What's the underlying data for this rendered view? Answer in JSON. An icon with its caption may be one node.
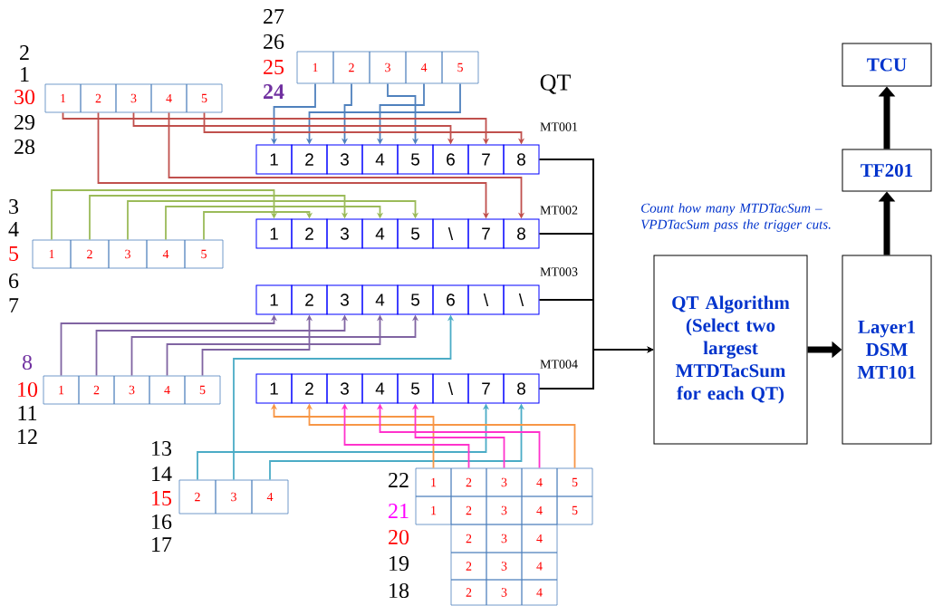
{
  "diagram": {
    "nodes": [
      {
        "text": [
          "1"
        ]
      },
      {
        "text": [
          "2"
        ]
      },
      {
        "text": [
          "3"
        ]
      },
      {
        "text": [
          "4"
        ]
      },
      {
        "text": [
          "5"
        ]
      },
      {
        "text": [
          "1"
        ]
      },
      {
        "text": [
          "2"
        ]
      },
      {
        "text": [
          "3"
        ]
      },
      {
        "text": [
          "4"
        ]
      },
      {
        "text": [
          "5"
        ]
      },
      {
        "text": [
          "1"
        ]
      },
      {
        "text": [
          "2"
        ]
      },
      {
        "text": [
          "3"
        ]
      },
      {
        "text": [
          "4"
        ]
      },
      {
        "text": [
          "5"
        ]
      },
      {
        "text": [
          "6"
        ]
      },
      {
        "text": [
          "7"
        ]
      },
      {
        "text": [
          "8"
        ]
      },
      {
        "text": [
          "1"
        ]
      },
      {
        "text": [
          "2"
        ]
      },
      {
        "text": [
          "3"
        ]
      },
      {
        "text": [
          "4"
        ]
      },
      {
        "text": [
          "5"
        ]
      },
      {
        "text": [
          "\\"
        ]
      },
      {
        "text": [
          "7"
        ]
      },
      {
        "text": [
          "8"
        ]
      },
      {
        "text": [
          "1"
        ]
      },
      {
        "text": [
          "2"
        ]
      },
      {
        "text": [
          "3"
        ]
      },
      {
        "text": [
          "4"
        ]
      },
      {
        "text": [
          "5"
        ]
      },
      {
        "text": [
          "1"
        ]
      },
      {
        "text": [
          "2"
        ]
      },
      {
        "text": [
          "3"
        ]
      },
      {
        "text": [
          "4"
        ]
      },
      {
        "text": [
          "5"
        ]
      },
      {
        "text": [
          "6"
        ]
      },
      {
        "text": [
          "\\"
        ]
      },
      {
        "text": [
          "\\"
        ]
      },
      {
        "text": [
          "1"
        ]
      },
      {
        "text": [
          "2"
        ]
      },
      {
        "text": [
          "3"
        ]
      },
      {
        "text": [
          "4"
        ]
      },
      {
        "text": [
          "5"
        ]
      },
      {
        "text": [
          "1"
        ]
      },
      {
        "text": [
          "2"
        ]
      },
      {
        "text": [
          "3"
        ]
      },
      {
        "text": [
          "4"
        ]
      },
      {
        "text": [
          "5"
        ]
      },
      {
        "text": [
          "\\"
        ]
      },
      {
        "text": [
          "7"
        ]
      },
      {
        "text": [
          "8"
        ]
      },
      {
        "text": [
          "2"
        ]
      },
      {
        "text": [
          "3"
        ]
      },
      {
        "text": [
          "4"
        ]
      },
      {
        "text": [
          "1"
        ]
      },
      {
        "text": [
          "2"
        ]
      },
      {
        "text": [
          "3"
        ]
      },
      {
        "text": [
          "4"
        ]
      },
      {
        "text": [
          "5"
        ]
      },
      {
        "text": [
          "1"
        ]
      },
      {
        "text": [
          "2"
        ]
      },
      {
        "text": [
          "3"
        ]
      },
      {
        "text": [
          "4"
        ]
      },
      {
        "text": [
          "5"
        ]
      },
      {
        "text": [
          "2"
        ]
      },
      {
        "text": [
          "3"
        ]
      },
      {
        "text": [
          "4"
        ]
      },
      {
        "text": [
          "2"
        ]
      },
      {
        "text": [
          "3"
        ]
      },
      {
        "text": [
          "4"
        ]
      },
      {
        "text": [
          "2"
        ]
      },
      {
        "text": [
          "3"
        ]
      },
      {
        "text": [
          "4"
        ]
      },
      {
        "text": [
          "TCU"
        ]
      },
      {
        "text": [
          "TF201"
        ]
      },
      {
        "text": [
          "QT Algorithm (Select two largest MTDTacSum for each QT)"
        ]
      },
      {
        "text": [
          "Layer1 DSM MT101"
        ]
      }
    ],
    "edges": [
      {
        "from": 0,
        "to": 10,
        "arrow": "to",
        "color": "#4f81bd"
      },
      {
        "from": 1,
        "to": 12,
        "arrow": "to",
        "color": "#4f81bd"
      },
      {
        "from": 2,
        "to": 14,
        "arrow": "to",
        "color": "#4f81bd"
      },
      {
        "from": 3,
        "to": 13,
        "arrow": "to",
        "color": "#4f81bd"
      },
      {
        "from": 4,
        "to": 11,
        "arrow": "to",
        "color": "#4f81bd"
      },
      {
        "from": 5,
        "to": 16,
        "arrow": "to",
        "color": "#c0504d"
      },
      {
        "from": 7,
        "to": 15,
        "arrow": "to",
        "color": "#c0504d"
      },
      {
        "from": 9,
        "to": 17,
        "arrow": "to",
        "color": "#c0504d"
      },
      {
        "from": 6,
        "to": 24,
        "arrow": "to",
        "color": "#c0504d"
      },
      {
        "from": 8,
        "to": 25,
        "arrow": "to",
        "color": "#c0504d"
      },
      {
        "from": 26,
        "to": 18,
        "arrow": "to",
        "color": "#9bbb59"
      },
      {
        "from": 27,
        "to": 20,
        "arrow": "to",
        "color": "#9bbb59"
      },
      {
        "from": 28,
        "to": 22,
        "arrow": "to",
        "color": "#9bbb59"
      },
      {
        "from": 29,
        "to": 21,
        "arrow": "to",
        "color": "#9bbb59"
      },
      {
        "from": 30,
        "to": 19,
        "arrow": "to",
        "color": "#9bbb59"
      },
      {
        "from": 39,
        "to": 31,
        "arrow": "to",
        "color": "#8064a2"
      },
      {
        "from": 40,
        "to": 33,
        "arrow": "to",
        "color": "#8064a2"
      },
      {
        "from": 41,
        "to": 35,
        "arrow": "to",
        "color": "#8064a2"
      },
      {
        "from": 42,
        "to": 34,
        "arrow": "to",
        "color": "#8064a2"
      },
      {
        "from": 43,
        "to": 32,
        "arrow": "to",
        "color": "#8064a2"
      },
      {
        "from": 53,
        "to": 36,
        "arrow": "to",
        "color": "#4bacc6"
      },
      {
        "from": 52,
        "to": 50,
        "arrow": "to",
        "color": "#4bacc6"
      },
      {
        "from": 54,
        "to": 51,
        "arrow": "to",
        "color": "#4bacc6"
      },
      {
        "from": 55,
        "to": 44,
        "arrow": "to",
        "color": "#f79646"
      },
      {
        "from": 59,
        "to": 45,
        "arrow": "to",
        "color": "#f79646"
      },
      {
        "from": 56,
        "to": 46,
        "arrow": "to",
        "color": "#ff33cc"
      },
      {
        "from": 57,
        "to": 48,
        "arrow": "to",
        "color": "#ff33cc"
      },
      {
        "from": 58,
        "to": 47,
        "arrow": "to",
        "color": "#ff33cc"
      },
      {
        "from": 17,
        "to": 76,
        "arrow": "to"
      },
      {
        "from": 25,
        "to": 76,
        "arrow": "to"
      },
      {
        "from": 38,
        "to": 76,
        "arrow": "to"
      },
      {
        "from": 51,
        "to": 76,
        "arrow": "to"
      },
      {
        "from": 76,
        "to": 77,
        "arrow": "to",
        "style": "thick"
      },
      {
        "from": 77,
        "to": 75,
        "arrow": "to",
        "style": "thick"
      },
      {
        "from": 75,
        "to": 74,
        "arrow": "to",
        "style": "thick"
      }
    ],
    "labels": [
      "27",
      "26",
      "2",
      "25",
      "1",
      "QT",
      "24",
      "30",
      "29",
      "MT001",
      "28",
      "Count how many MTDTacSum – VPDTacSum pass the trigger cuts.",
      "3",
      "MT002",
      "4",
      "5",
      "MT003",
      "6",
      "7",
      "8",
      "MT004",
      "10",
      "11",
      "12",
      "13",
      "14",
      "22",
      "15",
      "21",
      "16",
      "20",
      "17",
      "19",
      "18"
    ]
  }
}
